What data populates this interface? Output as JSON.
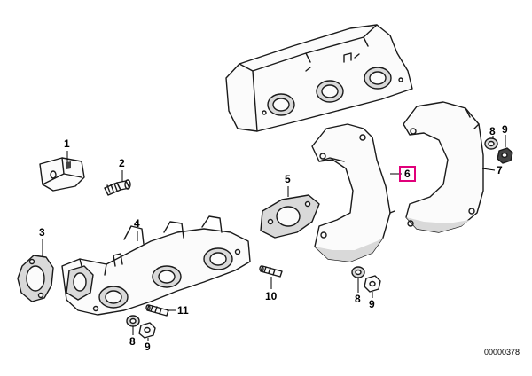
{
  "diagram": {
    "callouts": [
      {
        "id": "c1",
        "label": "1",
        "part": "heat-shield-bracket"
      },
      {
        "id": "c2",
        "label": "2",
        "part": "bracket-bolt"
      },
      {
        "id": "c3",
        "label": "3",
        "part": "exhaust-gasket"
      },
      {
        "id": "c4",
        "label": "4",
        "part": "exhaust-manifold"
      },
      {
        "id": "c5",
        "label": "5",
        "part": "manifold-gasket"
      },
      {
        "id": "c6",
        "label": "6",
        "part": "heat-shield-front",
        "highlighted": true
      },
      {
        "id": "c7",
        "label": "7",
        "part": "heat-shield-rear"
      },
      {
        "id": "c8a",
        "label": "8",
        "part": "washer"
      },
      {
        "id": "c8b",
        "label": "8",
        "part": "washer"
      },
      {
        "id": "c8c",
        "label": "8",
        "part": "washer"
      },
      {
        "id": "c9a",
        "label": "9",
        "part": "nut"
      },
      {
        "id": "c9b",
        "label": "9",
        "part": "nut"
      },
      {
        "id": "c9c",
        "label": "9",
        "part": "nut"
      },
      {
        "id": "c10",
        "label": "10",
        "part": "stud"
      },
      {
        "id": "c11",
        "label": "11",
        "part": "stud"
      }
    ],
    "catalog_code": "00000378",
    "colors": {
      "line": "#1a1a1a",
      "highlight": "#e0007a",
      "background": "#ffffff"
    }
  }
}
